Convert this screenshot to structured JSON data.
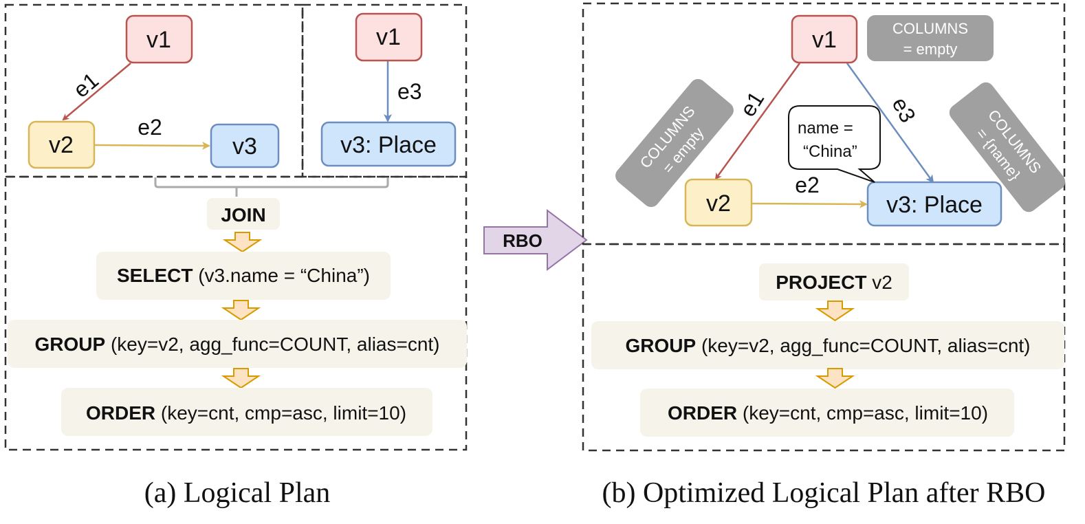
{
  "colors": {
    "v1_fill": "#fde0e0",
    "v1_stroke": "#b85450",
    "v2_fill": "#fdf0c8",
    "v2_stroke": "#d6b656",
    "v3_fill": "#cfe5fb",
    "v3_stroke": "#6c8ebf",
    "op_fill": "#f5f3ea",
    "arrow_fill": "#fde2c4",
    "arrow_stroke": "#d79b00",
    "tag_fill": "#a0a0a0",
    "rbo_fill": "#e1d5e7",
    "rbo_stroke": "#9673a6",
    "dash": "#333333",
    "join_bracket": "#aaaaaa"
  },
  "panel_a": {
    "caption": "(a) Logical Plan",
    "pattern1": {
      "nodes": {
        "v1": "v1",
        "v2": "v2",
        "v3": "v3"
      },
      "edges": {
        "e1": "e1",
        "e2": "e2"
      }
    },
    "pattern2": {
      "nodes": {
        "v1": "v1",
        "v3": "v3: Place"
      },
      "edges": {
        "e3": "e3"
      }
    },
    "operators": [
      {
        "keyword": "JOIN",
        "args": ""
      },
      {
        "keyword": "SELECT",
        "args": " (v3.name = “China”)"
      },
      {
        "keyword": "GROUP",
        "args": " (key=v2, agg_func=COUNT, alias=cnt)"
      },
      {
        "keyword": "ORDER",
        "args": " (key=cnt, cmp=asc, limit=10)"
      }
    ]
  },
  "transition": {
    "label": "RBO"
  },
  "panel_b": {
    "caption": "(b) Optimized Logical Plan after RBO",
    "nodes": {
      "v1": "v1",
      "v2": "v2",
      "v3": "v3: Place"
    },
    "edges": {
      "e1": "e1",
      "e2": "e2",
      "e3": "e3"
    },
    "tags": {
      "v1": [
        "COLUMNS",
        "= empty"
      ],
      "e1": [
        "COLUMNS",
        "= empty"
      ],
      "e3": [
        "COLUMNS",
        "= {name}"
      ]
    },
    "filter_bubble": [
      "name =",
      "“China”"
    ],
    "operators": [
      {
        "keyword": "PROJECT",
        "args": " v2"
      },
      {
        "keyword": "GROUP",
        "args": " (key=v2, agg_func=COUNT, alias=cnt)"
      },
      {
        "keyword": "ORDER",
        "args": " (key=cnt, cmp=asc, limit=10)"
      }
    ]
  }
}
